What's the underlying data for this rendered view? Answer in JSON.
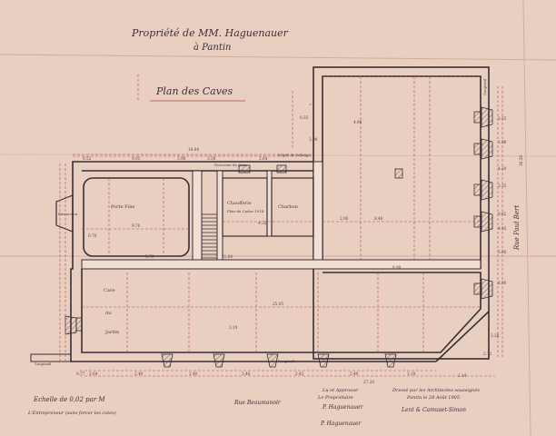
{
  "header": {
    "title_line1": "Propriété de MM. Haguenauer",
    "title_line2": "à Pantin",
    "plan_title": "Plan des Caves"
  },
  "rooms": {
    "room_left_upper": "Porte Fine",
    "chaufferie": "Chaufferie",
    "chaufferie_sub": "Plan du Cadre 1914",
    "charbon": "Charbon",
    "cave": "Cave",
    "du": "du",
    "jardin": "Jardin",
    "extraction": "Extraction",
    "descente": "Descente de Cave",
    "depot": "Dépôt de vidange"
  },
  "streets": {
    "right": "Rue Paul Bert",
    "bottom": "Rue Beaumanoir"
  },
  "labels": {
    "soupirail_left": "Soupirail",
    "soupirail_bottom": "Soupirail",
    "soupirail_right": "Soupirail"
  },
  "dimensions": {
    "d1": "18.84",
    "d2": "9.03",
    "d3": "0.52",
    "d4": "3.90",
    "d5": "2.64",
    "d6": "4.90",
    "d7": "8.40",
    "d8": "2.06",
    "d9": "9.70",
    "d10": "5.70",
    "d11": "0.70",
    "d12": "4.32",
    "d13": "21.04",
    "d14": "0.35",
    "d15": "8.90",
    "d16": "3.55",
    "d17": "4.20",
    "d18": "25.05",
    "d19": "3.10",
    "d20": "2.64",
    "d21": "2.40",
    "d22": "2.40",
    "d23": "2.40",
    "d24": "2.42",
    "d25": "2.40",
    "d26": "3.18",
    "d27": "0.77",
    "d28": "3.28",
    "d29": "2.14",
    "d30": "2.72",
    "d31": "38.20",
    "d32": "27.20",
    "d33": "2.30",
    "d34": "3.90",
    "d35": "6.90",
    "d36": "1.96",
    "d37": "0.62",
    "d38": "4.85",
    "d39": "3.35",
    "d40": "3.00"
  },
  "footer": {
    "scale": "Echelle de 0,02 par M",
    "contractor": "L'Entrepreneur (sans forcer les cotes)",
    "approved": "Lu et Approuvé",
    "owner": "Le Propriétaire",
    "drawn_by": "Dressé par les Architectes soussignés",
    "date": "Pantin le 28 Août 1905",
    "architects": "Lent & Camuset-Simon",
    "signature_left": "P. Haguenauer",
    "signature_right": "P. Haguenauer"
  },
  "colors": {
    "paper": "#e9cfc0",
    "ink": "#3c2f38",
    "red_ink": "#b04a55",
    "wall_fill": "#f2ded2"
  }
}
